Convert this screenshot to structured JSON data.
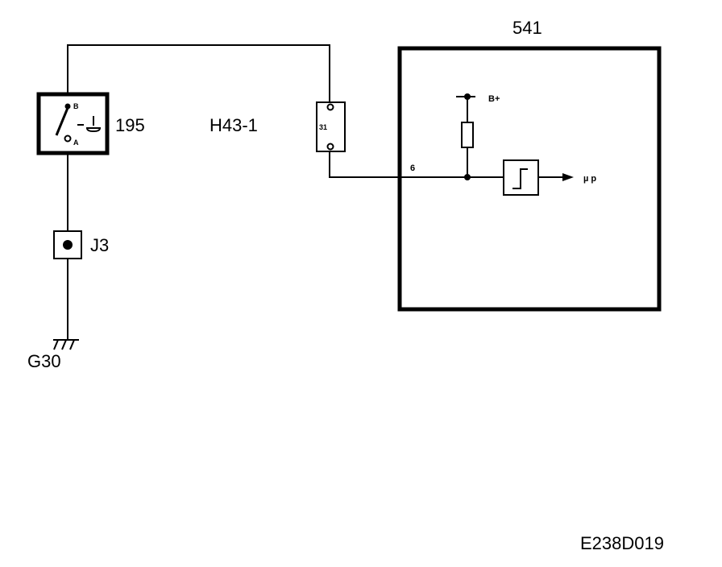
{
  "labels": {
    "switch_number": "195",
    "connector_name": "H43-1",
    "connector_pin": "31",
    "ground_point": "J3",
    "ground_name": "G30",
    "module_number": "541",
    "module_pin": "6",
    "supply_label": "B+",
    "output_label": "µ p",
    "switch_term_b": "B",
    "switch_term_a": "A",
    "figure_code": "E238D019"
  }
}
